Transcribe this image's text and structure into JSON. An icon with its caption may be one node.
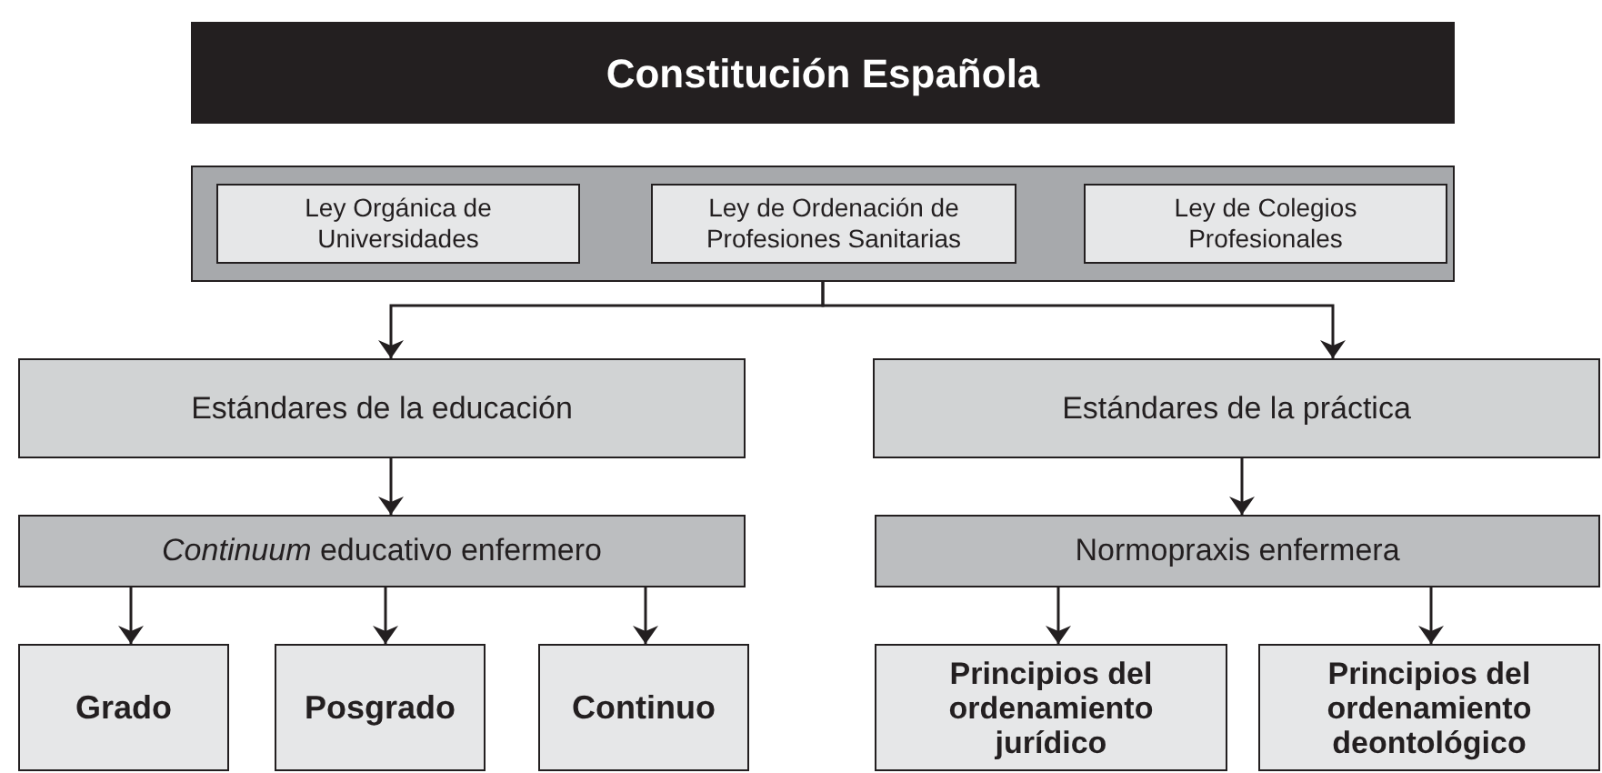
{
  "diagram": {
    "nodes": [
      {
        "text": [
          "Constitución Española"
        ]
      },
      {
        "text": [],
        "shape": "box"
      },
      {
        "text": [
          "Ley Orgánica de Universidades"
        ],
        "in": 1
      },
      {
        "text": [
          "Ley de Ordenación de Profesiones Sanitarias"
        ],
        "in": 1
      },
      {
        "text": [
          "Ley de Colegios Profesionales"
        ],
        "in": 1
      },
      {
        "text": [
          "Estándares de la educación"
        ]
      },
      {
        "text": [
          "Estándares de la práctica"
        ]
      },
      {
        "text": [
          "*Continuum* educativo enfermero"
        ]
      },
      {
        "text": [
          "Normopraxis enfermera"
        ]
      },
      {
        "text": [
          "Grado"
        ]
      },
      {
        "text": [
          "Posgrado"
        ]
      },
      {
        "text": [
          "Continuo"
        ]
      },
      {
        "text": [
          "Principios del ordenamiento jurídico"
        ]
      },
      {
        "text": [
          "Principios del ordenamiento deontológico"
        ]
      }
    ],
    "edges": [
      {
        "from": 1,
        "to": 5,
        "arrow": "to"
      },
      {
        "from": 1,
        "to": 6,
        "arrow": "to"
      },
      {
        "from": 5,
        "to": 7,
        "arrow": "to"
      },
      {
        "from": 6,
        "to": 8,
        "arrow": "to"
      },
      {
        "from": 7,
        "to": 9,
        "arrow": "to"
      },
      {
        "from": 7,
        "to": 10,
        "arrow": "to"
      },
      {
        "from": 7,
        "to": 11,
        "arrow": "to"
      },
      {
        "from": 8,
        "to": 12,
        "arrow": "to"
      },
      {
        "from": 8,
        "to": 13,
        "arrow": "to"
      }
    ]
  }
}
